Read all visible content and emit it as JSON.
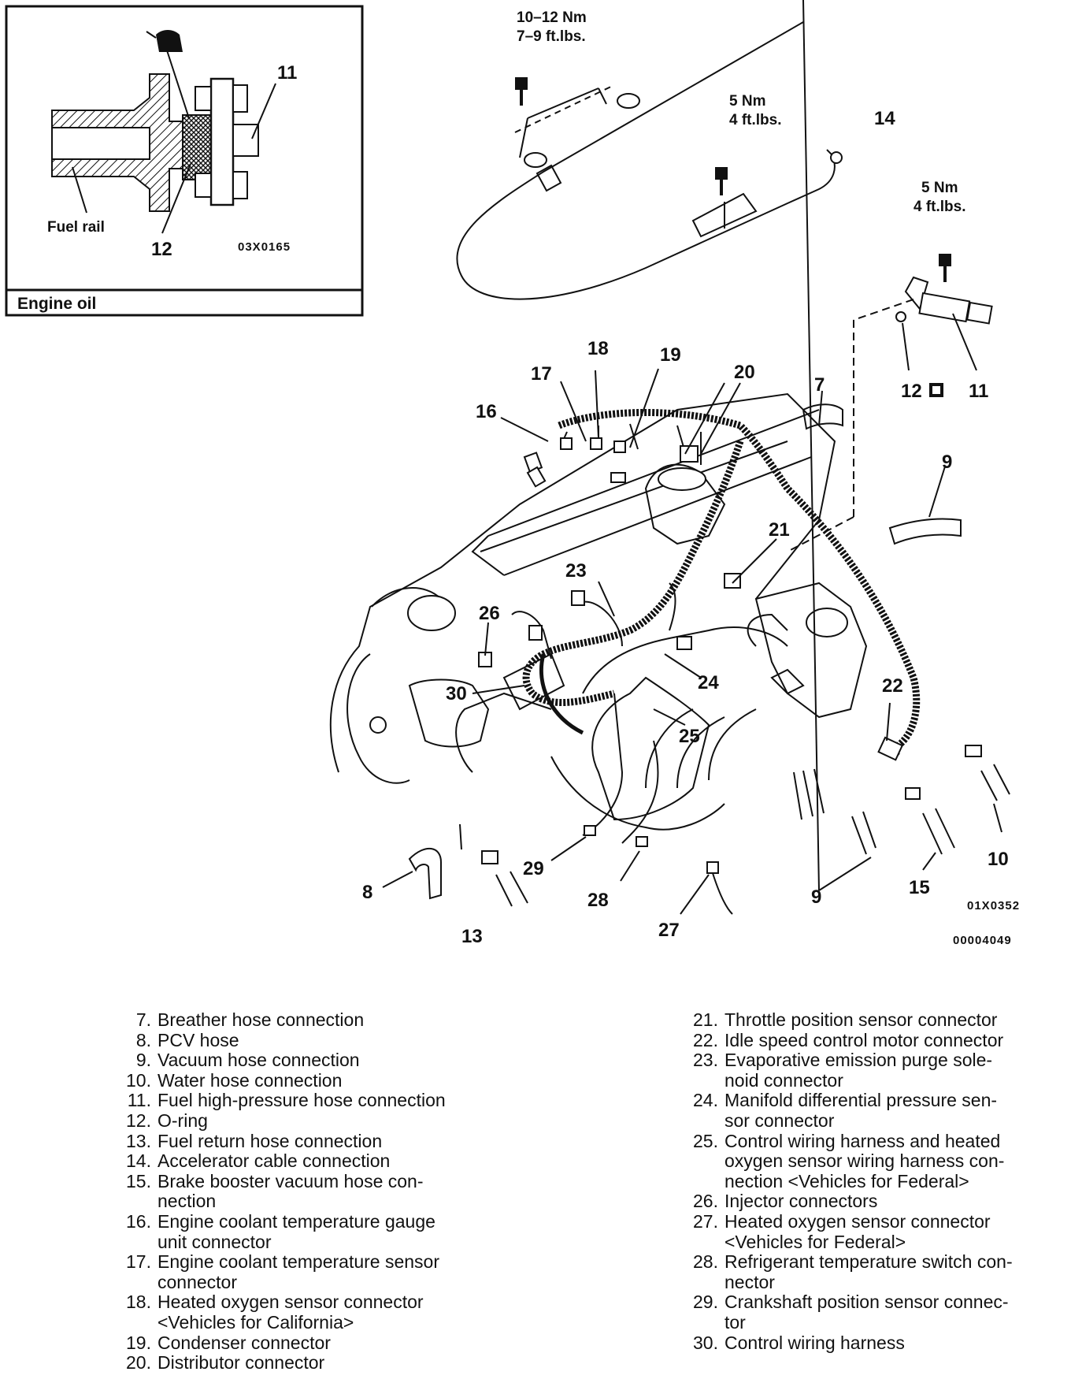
{
  "inset": {
    "caption": "Engine oil",
    "fuel_rail_label": "Fuel rail",
    "code": "03X0165",
    "callouts": [
      "11",
      "12"
    ]
  },
  "torques": [
    {
      "id": "t1",
      "line1": "10–12 Nm",
      "line2": "7–9 ft.lbs."
    },
    {
      "id": "t2",
      "line1": "5 Nm",
      "line2": "4 ft.lbs."
    },
    {
      "id": "t3",
      "line1": "5 Nm",
      "line2": "4 ft.lbs."
    }
  ],
  "callouts": [
    "14",
    "12",
    "11",
    "18",
    "19",
    "17",
    "20",
    "7",
    "16",
    "9",
    "21",
    "23",
    "26",
    "30",
    "24",
    "22",
    "25",
    "8",
    "29",
    "28",
    "13",
    "27",
    "9",
    "15",
    "10"
  ],
  "codes": {
    "drawing": "01X0352",
    "page": "00004049"
  },
  "legend": {
    "left": [
      {
        "n": "7.",
        "t": "Breather hose connection"
      },
      {
        "n": "8.",
        "t": "PCV hose"
      },
      {
        "n": "9.",
        "t": "Vacuum hose connection"
      },
      {
        "n": "10.",
        "t": "Water hose connection"
      },
      {
        "n": "11.",
        "t": "Fuel high-pressure hose connection"
      },
      {
        "n": "12.",
        "t": "O-ring"
      },
      {
        "n": "13.",
        "t": "Fuel return hose connection"
      },
      {
        "n": "14.",
        "t": "Accelerator cable connection"
      },
      {
        "n": "15.",
        "t": "Brake booster vacuum hose con-\nnection"
      },
      {
        "n": "16.",
        "t": "Engine coolant temperature gauge\nunit connector"
      },
      {
        "n": "17.",
        "t": "Engine coolant temperature sensor\nconnector"
      },
      {
        "n": "18.",
        "t": "Heated oxygen sensor connector\n<Vehicles for California>"
      },
      {
        "n": "19.",
        "t": "Condenser connector"
      },
      {
        "n": "20.",
        "t": "Distributor connector"
      }
    ],
    "right": [
      {
        "n": "21.",
        "t": "Throttle position sensor connector"
      },
      {
        "n": "22.",
        "t": "Idle speed control motor connector"
      },
      {
        "n": "23.",
        "t": "Evaporative emission purge sole-\nnoid connector"
      },
      {
        "n": "24.",
        "t": "Manifold differential pressure sen-\nsor connector"
      },
      {
        "n": "25.",
        "t": "Control wiring harness and heated\noxygen sensor wiring harness con-\nnection <Vehicles for Federal>"
      },
      {
        "n": "26.",
        "t": "Injector connectors"
      },
      {
        "n": "27.",
        "t": "Heated oxygen sensor connector\n<Vehicles for Federal>"
      },
      {
        "n": "28.",
        "t": "Refrigerant temperature switch con-\nnector"
      },
      {
        "n": "29.",
        "t": "Crankshaft position sensor connec-\ntor"
      },
      {
        "n": "30.",
        "t": "Control wiring harness"
      }
    ]
  }
}
